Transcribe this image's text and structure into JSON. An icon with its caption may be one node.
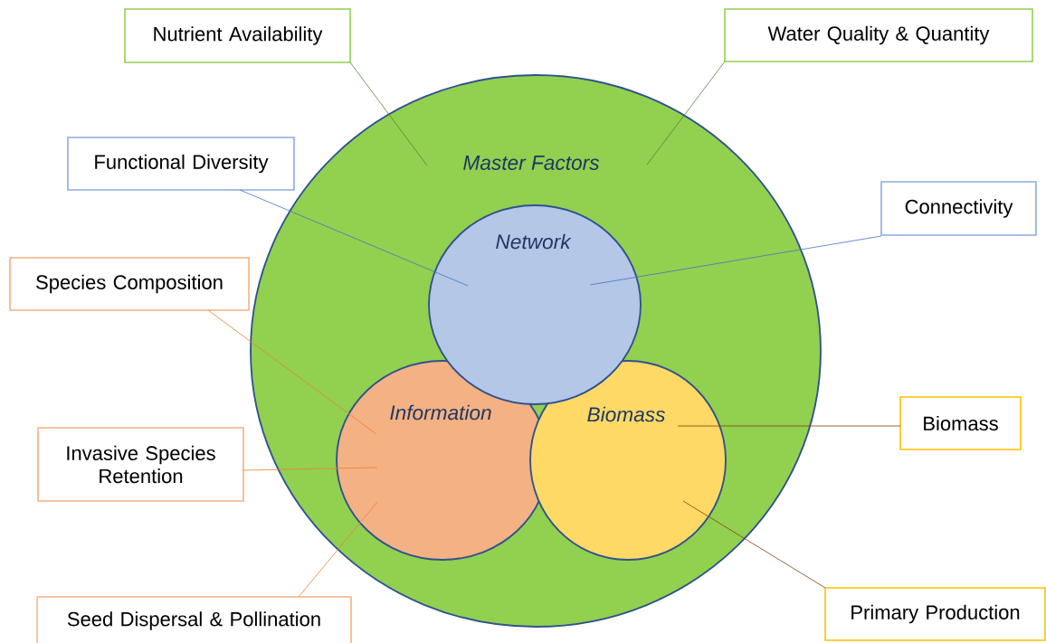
{
  "diagram": {
    "nodes": [
      {
        "text": [
          "Master Factors"
        ]
      },
      {
        "text": [
          "Network"
        ],
        "in": 0
      },
      {
        "text": [
          "Information"
        ],
        "in": 0
      },
      {
        "text": [
          "Biomass"
        ],
        "in": 0
      },
      {
        "text": [
          "Nutrient Availability"
        ]
      },
      {
        "text": [
          "Water Quality & Quantity"
        ]
      },
      {
        "text": [
          "Functional Diversity"
        ]
      },
      {
        "text": [
          "Connectivity"
        ]
      },
      {
        "text": [
          "Species Composition"
        ]
      },
      {
        "text": [
          "Invasive Species Retention"
        ]
      },
      {
        "text": [
          "Biomass"
        ]
      },
      {
        "text": [
          "Seed Dispersal & Pollination"
        ]
      },
      {
        "text": [
          "Primary Production"
        ]
      }
    ],
    "edges": [
      {
        "from": 4,
        "to": 0,
        "arrow": "none",
        "color": "#548235"
      },
      {
        "from": 5,
        "to": 0,
        "arrow": "none",
        "color": "#548235"
      },
      {
        "from": 6,
        "to": 1,
        "arrow": "none",
        "color": "#4472c4"
      },
      {
        "from": 7,
        "to": 1,
        "arrow": "none",
        "color": "#4472c4"
      },
      {
        "from": 8,
        "to": 2,
        "arrow": "none",
        "color": "#ed7d31"
      },
      {
        "from": 9,
        "to": 2,
        "arrow": "none",
        "color": "#ed7d31"
      },
      {
        "from": 10,
        "to": 3,
        "arrow": "none",
        "color": "#843c0c"
      },
      {
        "from": 11,
        "to": 2,
        "arrow": "none",
        "color": "#ed7d31"
      },
      {
        "from": 12,
        "to": 3,
        "arrow": "none",
        "color": "#843c0c"
      }
    ]
  }
}
